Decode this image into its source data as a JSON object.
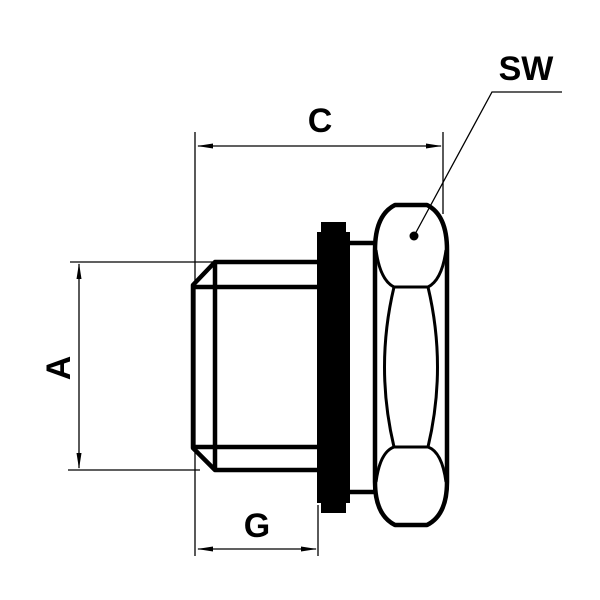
{
  "labels": {
    "sw": "SW",
    "c": "C",
    "a": "A",
    "g": "G"
  },
  "colors": {
    "line": "#000000",
    "background": "#ffffff"
  }
}
